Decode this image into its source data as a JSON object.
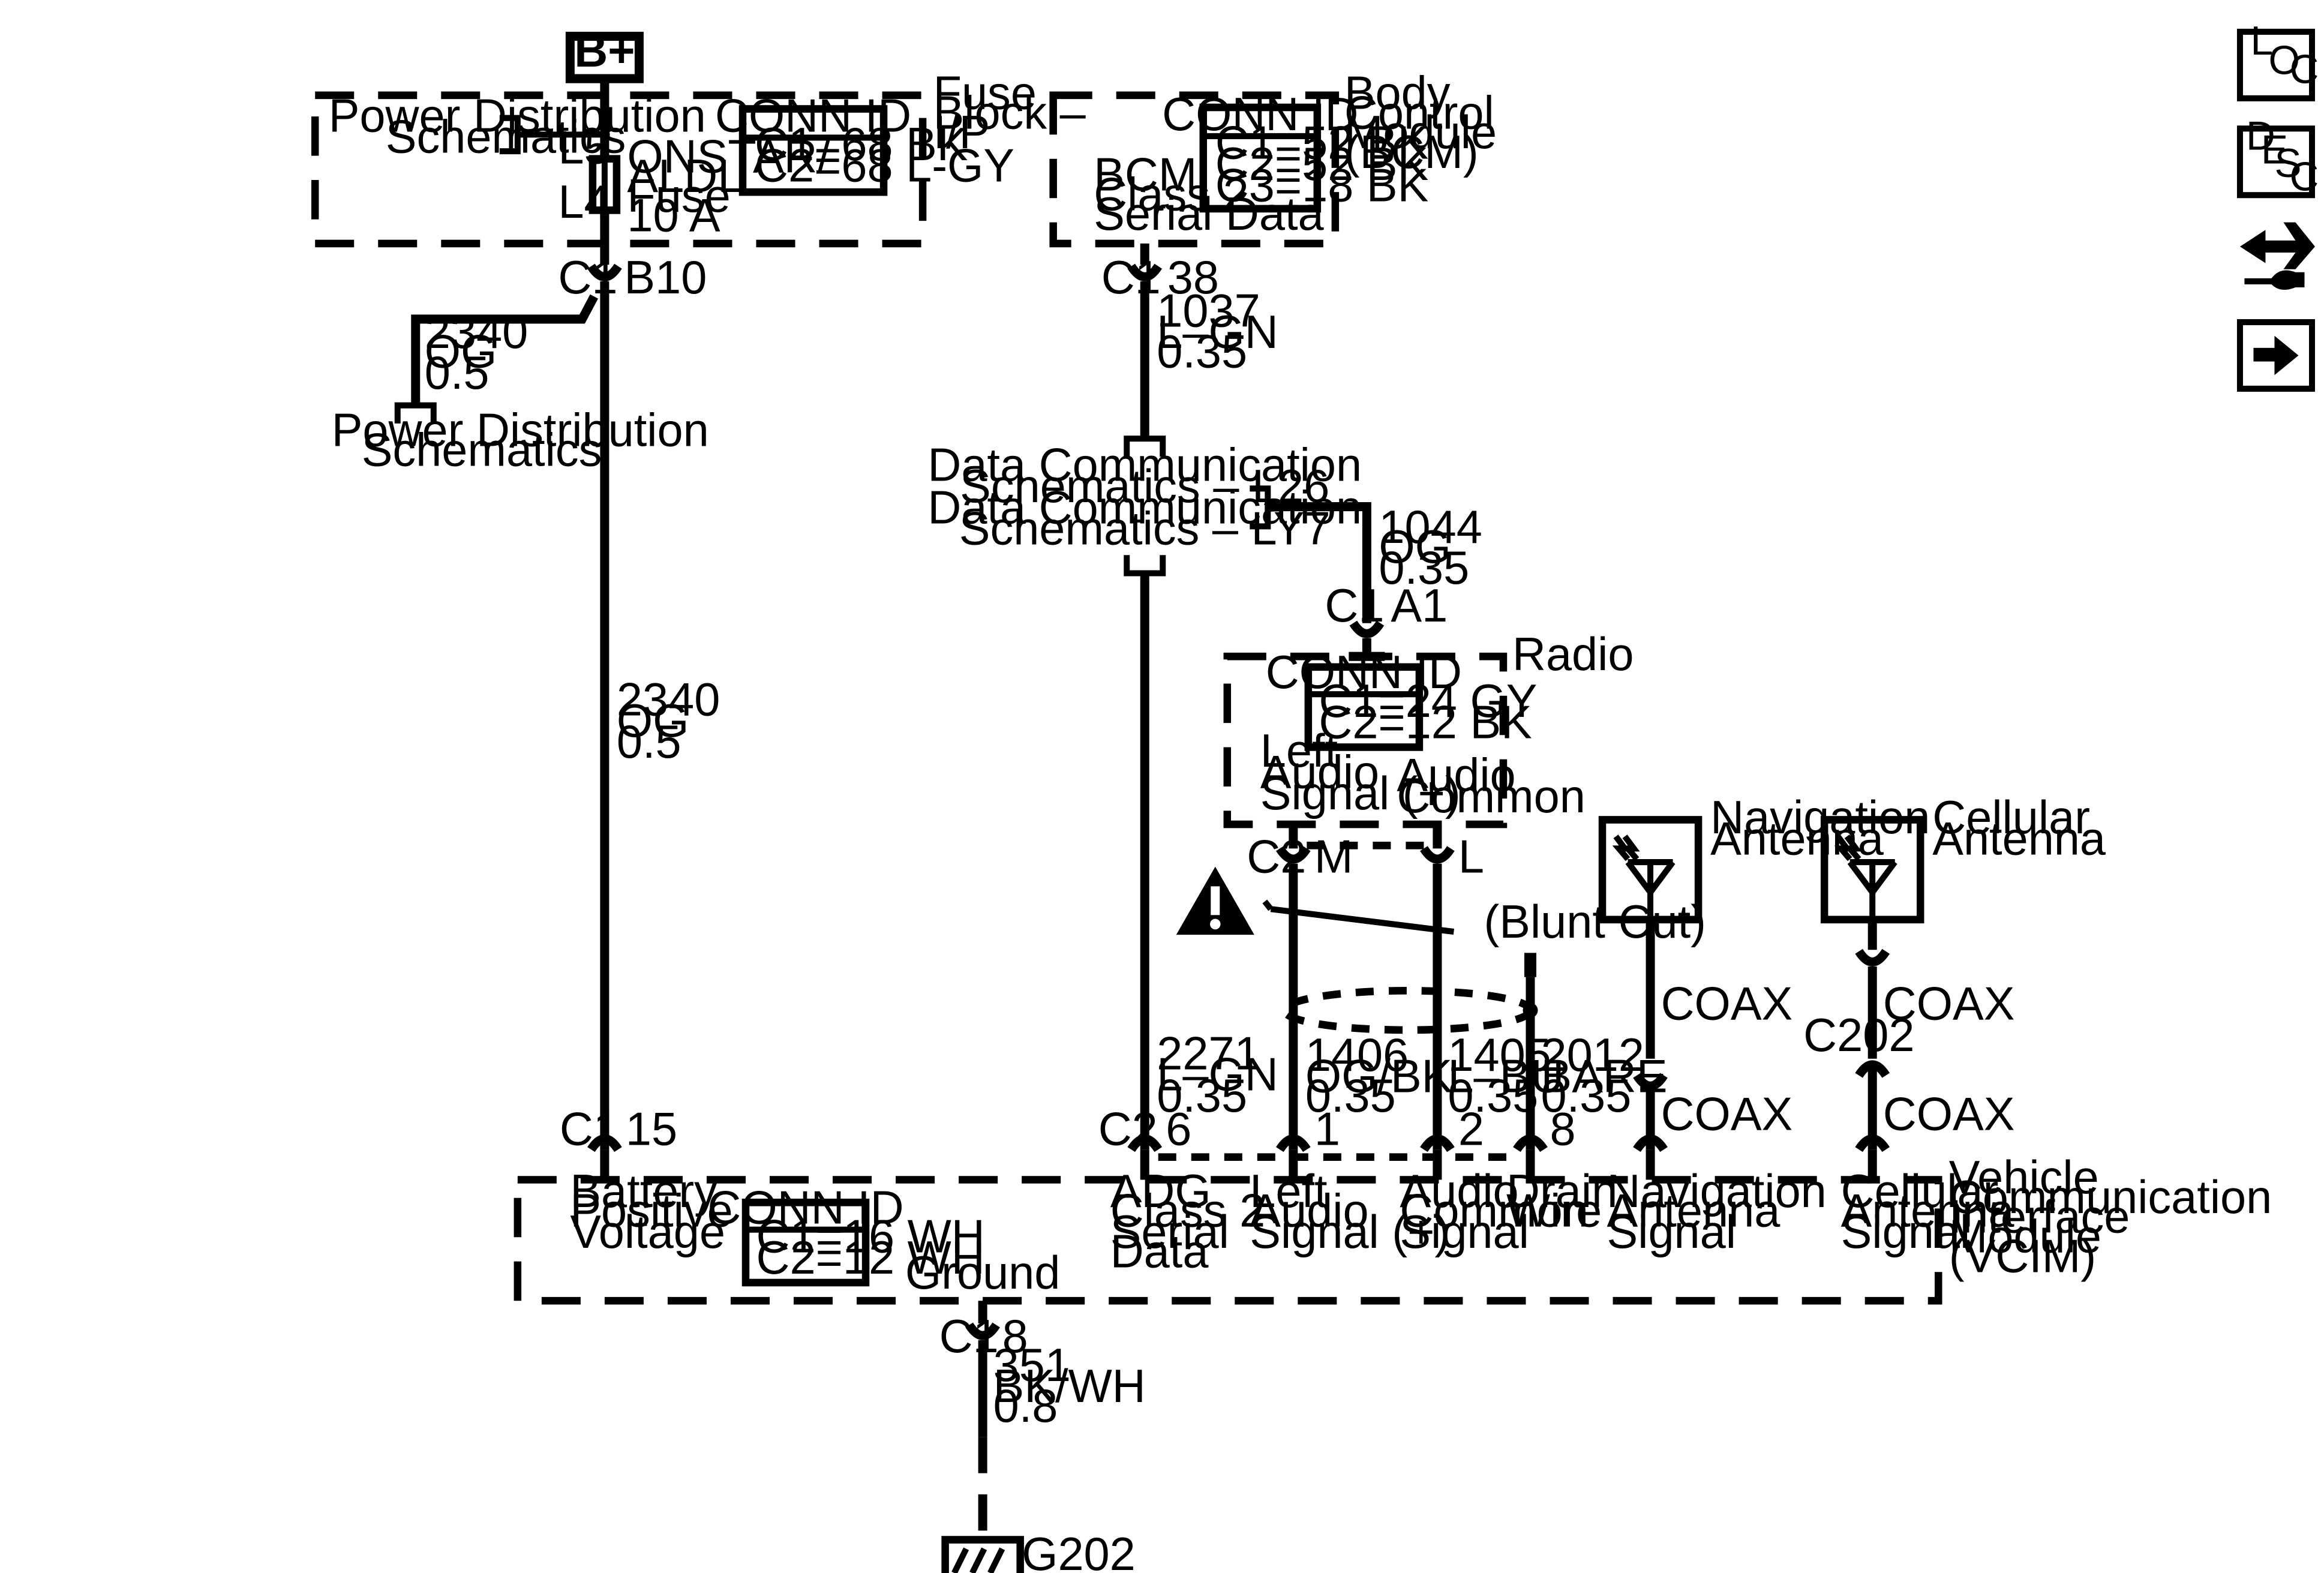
{
  "supply": {
    "label": "B+"
  },
  "fuse_block": {
    "title": [
      "Fuse",
      "Block –",
      "I/P"
    ],
    "conn_title": "CONN ID",
    "conn": [
      "C1=68 BK",
      "C2=68 L-GY"
    ],
    "fuse_label": [
      "ONSTAR/",
      "ALDL",
      "Fuse",
      "10 A"
    ],
    "pin_top": "L5",
    "pin_bottom": "L4",
    "ref": [
      "Power Distribution",
      "Schematics"
    ]
  },
  "bcm": {
    "title": [
      "Body",
      "Control",
      "Module",
      "(BCM)"
    ],
    "conn_title": "CONN ID",
    "conn": [
      "C1=52 BK",
      "C2=52 BK",
      "C3=18 BK"
    ],
    "signal": [
      "BCM",
      "Class 2",
      "Serial Data"
    ]
  },
  "left_branch": {
    "conn": "C1",
    "pin": "B10",
    "wire": [
      "2340",
      "OG",
      "0.5"
    ],
    "ref": [
      "Power Distribution",
      "Schematics"
    ],
    "main_wire": [
      "2340",
      "OG",
      "0.5"
    ]
  },
  "bcm_wire": {
    "conn": "C1",
    "pin": "38",
    "wire": [
      "1037",
      "L–GN",
      "0.35"
    ]
  },
  "data_comm": {
    "lines": [
      "Data Communication",
      "Schematics – L26",
      "Data Communication",
      "Schematics – LY7"
    ],
    "radio_wire": [
      "1044",
      "OG",
      "0.35"
    ],
    "radio_conn": "C1",
    "radio_pin": "A1",
    "vcim_wire": [
      "2271",
      "L–GN",
      "0.35"
    ]
  },
  "radio": {
    "title": "Radio",
    "conn_title": "CONN ID",
    "conn": [
      "C1=24 GY",
      "C2=12 BK"
    ],
    "left_signal": [
      "Left",
      "Audio",
      "Signal (+)"
    ],
    "common_signal": [
      "Audio",
      "Common"
    ],
    "conn_c2": "C2",
    "pin_m": "M",
    "pin_l": "L"
  },
  "shield": {
    "blunt_cut": "(Blunt Cut)",
    "wire_1406": [
      "1406",
      "OG/BK",
      "0.35"
    ],
    "wire_1405": [
      "1405",
      "L–BU",
      "0.35"
    ],
    "wire_2012": [
      "2012",
      "BARE",
      "0.35"
    ]
  },
  "nav_antenna": {
    "title": [
      "Navigation",
      "Antenna"
    ],
    "coax_top": "COAX",
    "coax_bottom": "COAX"
  },
  "cell_antenna": {
    "title": [
      "Cellular",
      "Antenna"
    ],
    "coax_top": "COAX",
    "coax_bottom": "COAX",
    "conn": "C202"
  },
  "vcim": {
    "title": [
      "Vehicle",
      "Communication",
      "Interface",
      "Module",
      "(VCIM)"
    ],
    "conn_title": "CONN ID",
    "conn": [
      "C1=16 WH",
      "C2=12 WH"
    ],
    "conn_c1_left": "C1",
    "pin_15": "15",
    "conn_c2": "C2",
    "pin_6": "6",
    "pin_1": "1",
    "pin_2": "2",
    "pin_8": "8",
    "battery": [
      "Battery",
      "Positive",
      "Voltage"
    ],
    "adg": [
      "ADG",
      "Class 2",
      "Serial",
      "Data"
    ],
    "left_audio": [
      "Left",
      "Audio",
      "Signal (+)"
    ],
    "audio_common": [
      "Audio",
      "Common",
      "Signal"
    ],
    "drain": [
      "Drain",
      "Wire"
    ],
    "nav_signal": [
      "Navigation",
      "Antenna",
      "Signal"
    ],
    "cell_signal": [
      "Cellular",
      "Antenna",
      "Signal"
    ],
    "ground_label": "Ground"
  },
  "ground": {
    "conn": "C1",
    "pin": "8",
    "wire": [
      "351",
      "BK/WH",
      "0.8"
    ],
    "name": "G202"
  },
  "side_icons": {
    "loc": [
      "L",
      "O",
      "C"
    ],
    "desc": [
      "D",
      "E",
      "S",
      "C"
    ]
  }
}
